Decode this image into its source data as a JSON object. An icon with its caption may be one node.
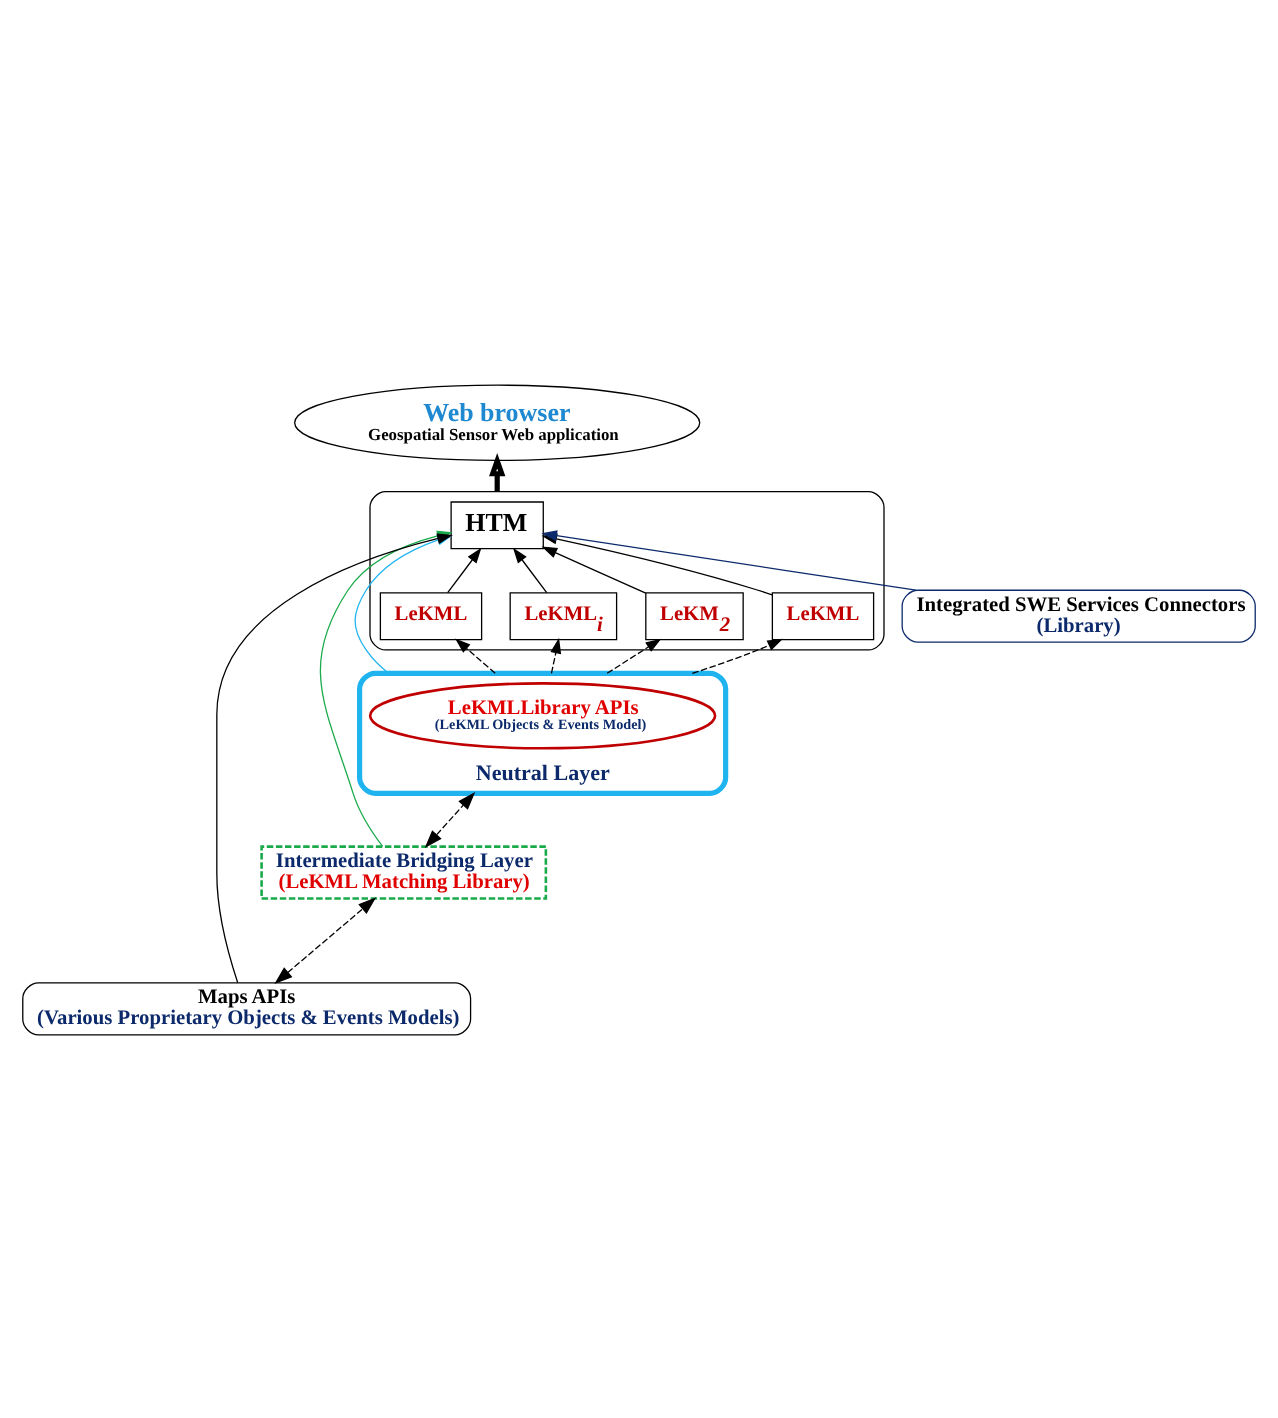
{
  "diagram": {
    "nodes": [
      {
        "text": [
          "Web browser",
          "Geospatial Sensor Web application"
        ]
      },
      {
        "text": [],
        "shape": "ellipse"
      },
      {
        "text": [
          "HTM"
        ],
        "in": 1
      },
      {
        "text": [
          "LeKML"
        ],
        "in": 1
      },
      {
        "text": [
          "LeKM$_{2}$"
        ],
        "in": 1
      },
      {
        "text": [
          "LeKML$_{i}$"
        ],
        "in": 1
      },
      {
        "text": [
          "LeKML"
        ],
        "in": 1
      },
      {
        "text": [
          "Neutral Layer"
        ]
      },
      {
        "text": [
          "LeKMLLibrary APIs",
          "(LeKML Objects & Events Model)"
        ],
        "in": 7
      },
      {
        "text": [
          "Intermediate Bridging Layer",
          "(LeKML Matching Library)"
        ]
      },
      {
        "text": [
          "Maps APIs",
          "(Various Proprietary Objects & Events Models)"
        ]
      },
      {
        "text": [
          "Integrated SWE Services Connectors",
          "(Library)"
        ]
      }
    ],
    "edges": [
      {
        "from": 1,
        "to": 0,
        "arrow": "to",
        "style": "thick"
      },
      {
        "from": 3,
        "to": 2,
        "arrow": "to"
      },
      {
        "from": 4,
        "to": 2,
        "arrow": "to"
      },
      {
        "from": 5,
        "to": 2,
        "arrow": "to"
      },
      {
        "from": 6,
        "to": 2,
        "arrow": "to"
      },
      {
        "from": 7,
        "to": 3,
        "arrow": "to",
        "style": "dashed"
      },
      {
        "from": 7,
        "to": 4,
        "arrow": "to",
        "style": "dashed"
      },
      {
        "from": 7,
        "to": 5,
        "arrow": "to",
        "style": "dashed"
      },
      {
        "from": 7,
        "to": 6,
        "arrow": "to",
        "style": "dashed"
      },
      {
        "from": 9,
        "to": 7,
        "arrow": "both",
        "style": "dashed"
      },
      {
        "from": 10,
        "to": 9,
        "arrow": "both",
        "style": "dashed"
      },
      {
        "from": 7,
        "to": 2,
        "arrow": "to",
        "color": "#1fb4ef"
      },
      {
        "from": 9,
        "to": 2,
        "arrow": "to",
        "color": "#1aaa4a"
      },
      {
        "from": 11,
        "to": 2,
        "arrow": "to",
        "color": "#0c2a6b"
      },
      {
        "from": 10,
        "to": 2,
        "arrow": "to"
      }
    ]
  }
}
